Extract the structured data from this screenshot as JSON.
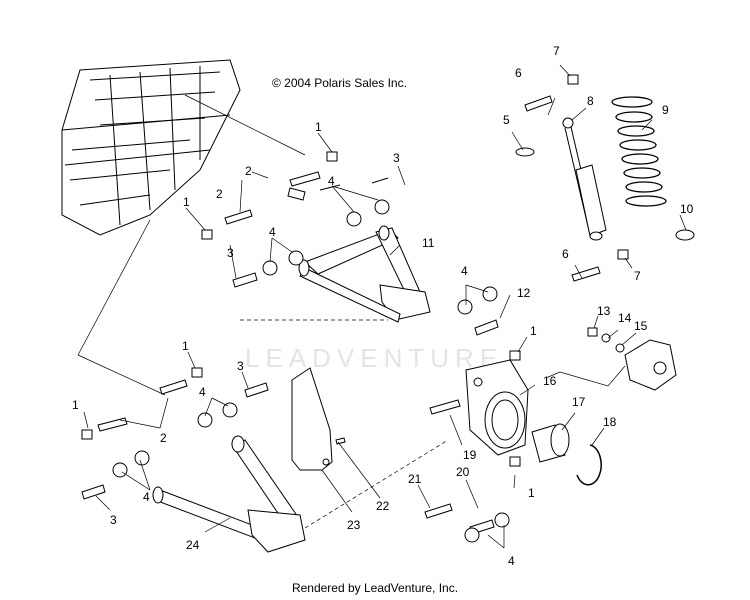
{
  "header": {
    "copyright": "© 2004 Polaris Sales Inc."
  },
  "watermark": "LEADVENTURE",
  "footer": {
    "credit": "Rendered by LeadVenture, Inc."
  },
  "callouts": [
    {
      "label": "1"
    },
    {
      "label": "2"
    },
    {
      "label": "3"
    },
    {
      "label": "4"
    },
    {
      "label": "1"
    },
    {
      "label": "2"
    },
    {
      "label": "3"
    },
    {
      "label": "4"
    },
    {
      "label": "11"
    },
    {
      "label": "5"
    },
    {
      "label": "6"
    },
    {
      "label": "7"
    },
    {
      "label": "8"
    },
    {
      "label": "9"
    },
    {
      "label": "10"
    },
    {
      "label": "6"
    },
    {
      "label": "7"
    },
    {
      "label": "4"
    },
    {
      "label": "12"
    },
    {
      "label": "13"
    },
    {
      "label": "14"
    },
    {
      "label": "15"
    },
    {
      "label": "1"
    },
    {
      "label": "16"
    },
    {
      "label": "17"
    },
    {
      "label": "18"
    },
    {
      "label": "19"
    },
    {
      "label": "1"
    },
    {
      "label": "3"
    },
    {
      "label": "4"
    },
    {
      "label": "1"
    },
    {
      "label": "2"
    },
    {
      "label": "4"
    },
    {
      "label": "3"
    },
    {
      "label": "22"
    },
    {
      "label": "23"
    },
    {
      "label": "24"
    },
    {
      "label": "21"
    },
    {
      "label": "20"
    },
    {
      "label": "1"
    },
    {
      "label": "4"
    }
  ]
}
